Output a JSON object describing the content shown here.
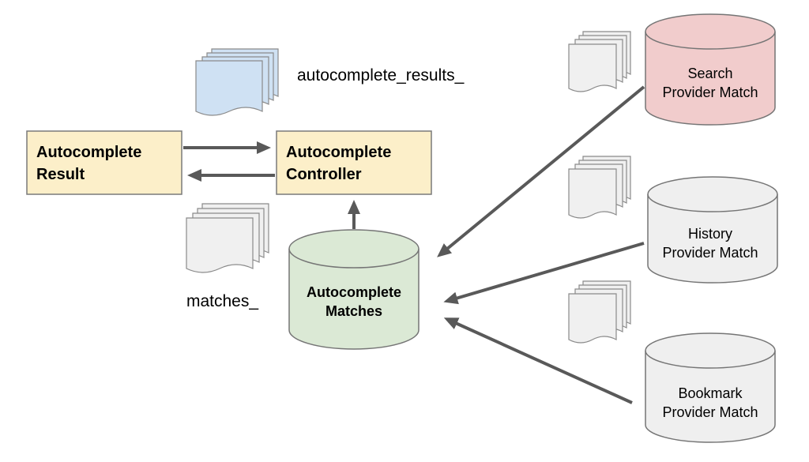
{
  "nodes": {
    "autocomplete_result": {
      "line1": "Autocomplete",
      "line2": "Result"
    },
    "autocomplete_controller": {
      "line1": "Autocomplete",
      "line2": "Controller"
    },
    "autocomplete_matches": {
      "line1": "Autocomplete",
      "line2": "Matches"
    },
    "search_provider": {
      "line1": "Search",
      "line2": "Provider Match"
    },
    "history_provider": {
      "line1": "History",
      "line2": "Provider Match"
    },
    "bookmark_provider": {
      "line1": "Bookmark",
      "line2": "Provider Match"
    }
  },
  "labels": {
    "autocomplete_results": "autocomplete_results_",
    "matches": "matches_"
  },
  "colors": {
    "result_box": "#fcefc9",
    "controller_box": "#fcefc9",
    "matches_cylinder": "#dbe9d5",
    "search_cylinder": "#f1cccc",
    "history_cylinder": "#efefef",
    "bookmark_cylinder": "#efefef",
    "doc_blue": "#cfe1f3",
    "doc_gray": "#f0f0f0",
    "arrow": "#595959"
  },
  "icons": [
    "document-stack-icon"
  ]
}
